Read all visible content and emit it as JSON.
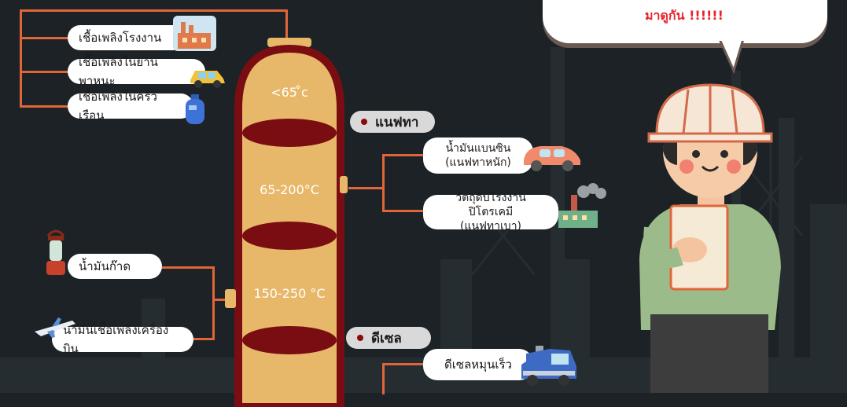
{
  "speech_bubble": {
    "text": "มาดูกัน !!!!!!"
  },
  "column": {
    "temps": [
      "<65 ̊c",
      "65-200°C",
      "150-250 °C"
    ]
  },
  "left_products": [
    {
      "label": "เชื้อเพลิงโรงงาน",
      "icon": "factory-icon"
    },
    {
      "label": "เชื้อเพลิงในยานพาหนะ",
      "icon": "car-icon"
    },
    {
      "label": "เชื้อเพลิงในครัวเรือน",
      "icon": "gas-cylinder-icon"
    },
    {
      "label": "น้ำมันก๊าด",
      "icon": "lantern-icon"
    },
    {
      "label": "น้ำมันเชื้อเพลิงเครื่องบิน",
      "icon": "airplane-icon"
    }
  ],
  "fractions": [
    {
      "tag": "แนฟทา",
      "products": [
        {
          "line1": "น้ำมันแบนซิน",
          "line2": "(แนฟทาหนัก)",
          "icon": "car-icon"
        },
        {
          "line1": "วัตถุดิบโรงงานปิโตรเคมี",
          "line2": "(แนฟทาเบา)",
          "icon": "petrochemical-plant-icon"
        }
      ]
    },
    {
      "tag": "ดีเซล",
      "products": [
        {
          "line1": "ดีเซลหมุนเร็ว",
          "icon": "truck-icon"
        }
      ]
    }
  ],
  "colors": {
    "background": "#1c2226",
    "column_fill": "#e8b86a",
    "column_outline": "#7a0d12",
    "connector": "#e0663a",
    "speech_text": "#e8262b"
  }
}
